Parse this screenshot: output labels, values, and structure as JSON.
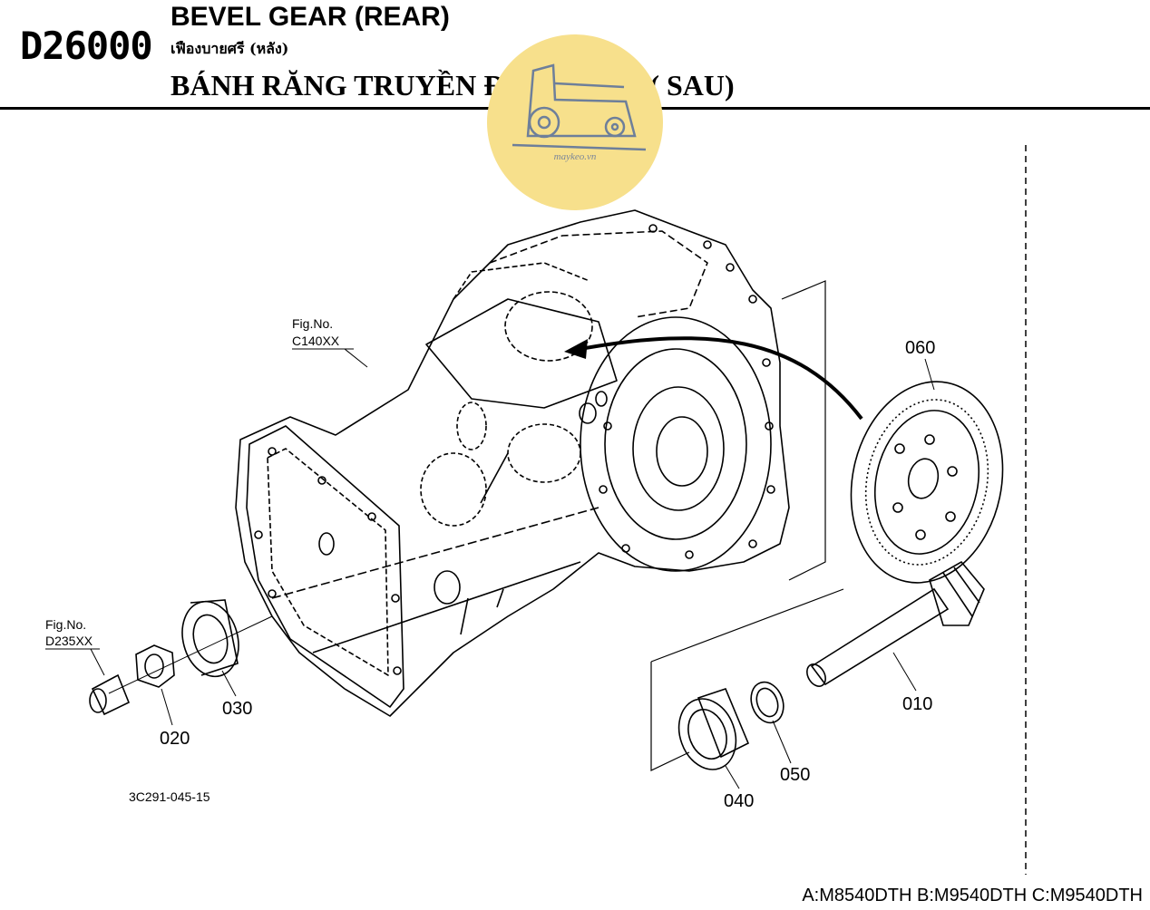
{
  "header": {
    "code": "D26000",
    "title_en": "BEVEL GEAR (REAR)",
    "title_th": "เฟืองบายศรี (หลัง)",
    "title_vi": "BÁNH RĂNG TRUYỀN ĐỘNG NÓN ( SAU)"
  },
  "watermark": {
    "text": "maykeo.vn",
    "color": "#f7e08c"
  },
  "figure_refs": [
    {
      "label": "Fig.No.",
      "code": "C140XX"
    },
    {
      "label": "Fig.No.",
      "code": "D235XX"
    }
  ],
  "callouts": [
    "010",
    "020",
    "030",
    "040",
    "050",
    "060"
  ],
  "drawing_no": "3C291-045-15",
  "footer": {
    "models": "A:M8540DTH B:M9540DTH C:M9540DTH"
  }
}
